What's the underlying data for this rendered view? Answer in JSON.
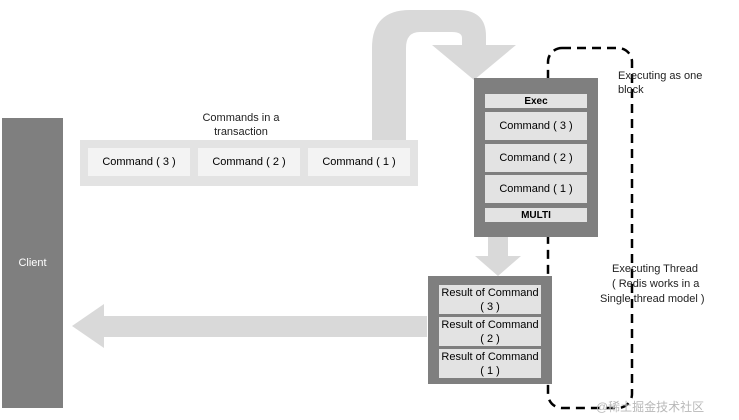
{
  "client": {
    "label": "Client"
  },
  "transaction": {
    "caption": "Commands in a transaction",
    "commands": [
      "Command ( 3 )",
      "Command ( 2 )",
      "Command ( 1 )"
    ]
  },
  "execution_stack": {
    "top_label": "Exec",
    "commands": [
      "Command ( 3 )",
      "Command ( 2 )",
      "Command ( 1 )"
    ],
    "bottom_label": "MULTI"
  },
  "results": [
    "Result of Command ( 3 )",
    "Result of Command ( 2 )",
    "Result of Command ( 1 )"
  ],
  "notes": {
    "block": "Executing as one block",
    "thread_line1": "Executing Thread",
    "thread_line2": "( Redis works in a",
    "thread_line3": "Single thread model )"
  },
  "watermark": "@稀土掘金技术社区",
  "colors": {
    "dark_box": "#7f7f7f",
    "light_cell": "#e3e3e3",
    "arrow": "#d9d9d9"
  }
}
